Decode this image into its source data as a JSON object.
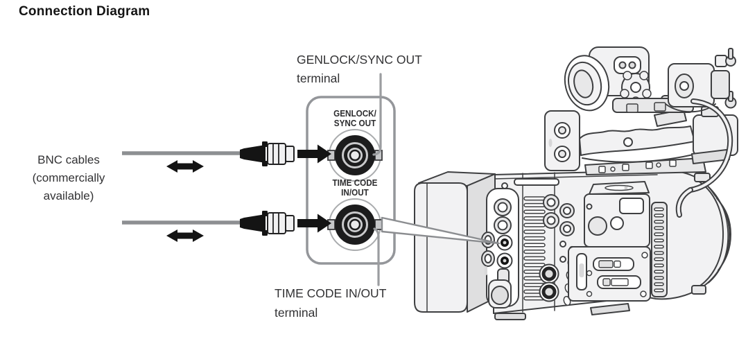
{
  "header": {
    "title": "Connection Diagram"
  },
  "theme": {
    "ink": "#141414",
    "label": "#323234",
    "cable": "#8d8f92",
    "leader": "#9b9da0",
    "panel_border": "#94969a",
    "line": "#3e3f41",
    "fill_light": "#f2f2f3",
    "fill_mid": "#e8e8e9",
    "fill_dark": "#dfdfe0"
  },
  "callouts": {
    "genlock": {
      "terminal_name": "GENLOCK/SYNC OUT",
      "suffix": "terminal"
    },
    "timecode": {
      "terminal_name": "TIME CODE IN/OUT",
      "suffix": "terminal"
    },
    "bnc_cables": {
      "line1": "BNC cables",
      "line2": "(commercially",
      "line3": "available)"
    }
  },
  "panel": {
    "genlock_port": {
      "line1": "GENLOCK/",
      "line2": "SYNC OUT"
    },
    "timecode_port": {
      "line1": "TIME CODE",
      "line2": "IN/OUT"
    }
  },
  "icons": {
    "plug_arrow": "right-filled-arrow",
    "bnc_direction": "left-right-double-arrow"
  }
}
